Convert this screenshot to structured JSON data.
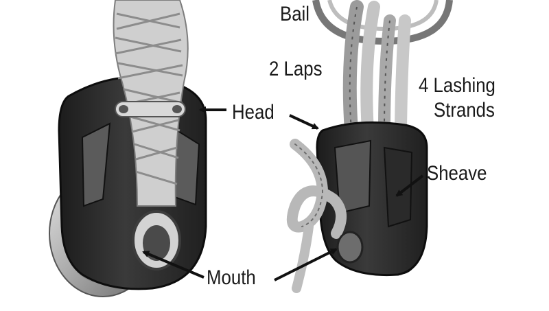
{
  "labels": {
    "bail": "Bail",
    "laps": "2 Laps",
    "lashing_line1": "4 Lashing",
    "lashing_line2": "Strands",
    "head": "Head",
    "sheave": "Sheave",
    "mouth": "Mouth"
  },
  "colors": {
    "block_body": "#2e2e2e",
    "block_shadow": "#161616",
    "rope_light": "#c9c9c9",
    "rope_dark": "#8f8f8f",
    "metal": "#b8b8b8",
    "arrow": "#111111",
    "text": "#1a1a1a"
  }
}
